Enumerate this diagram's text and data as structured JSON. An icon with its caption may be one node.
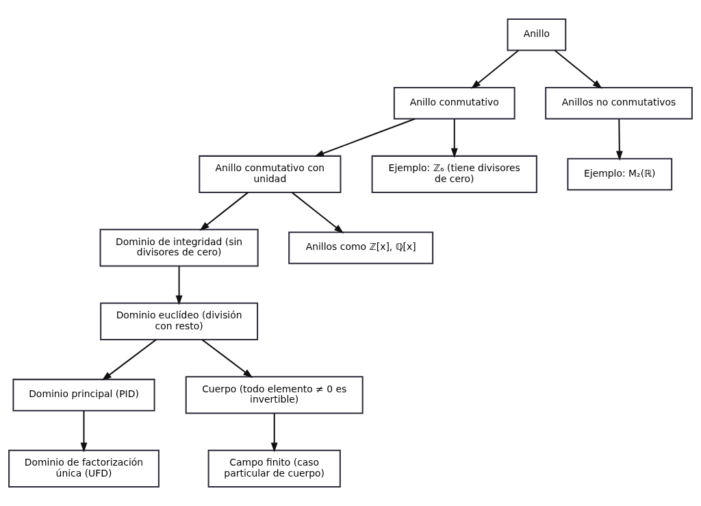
{
  "diagram": {
    "nodes": [
      {
        "text": [
          "Anillo"
        ]
      },
      {
        "text": [
          "Anillo conmutativo"
        ]
      },
      {
        "text": [
          "Anillos no conmutativos"
        ]
      },
      {
        "text": [
          "Anillo conmutativo con unidad"
        ]
      },
      {
        "text": [
          "Ejemplo: ℤ₆ (tiene divisores de cero)"
        ]
      },
      {
        "text": [
          "Ejemplo: M₂(ℝ)"
        ]
      },
      {
        "text": [
          "Dominio de integridad (sin divisores de cero)"
        ]
      },
      {
        "text": [
          "Anillos como ℤ[x], ℚ[x]"
        ]
      },
      {
        "text": [
          "Dominio euclídeo (división con resto)"
        ]
      },
      {
        "text": [
          "Dominio principal (PID)"
        ]
      },
      {
        "text": [
          "Cuerpo (todo elemento ≠ 0 es invertible)"
        ]
      },
      {
        "text": [
          "Dominio de factorización única (UFD)"
        ]
      },
      {
        "text": [
          "Campo finito (caso particular de cuerpo)"
        ]
      }
    ],
    "edges": [
      {
        "from": 0,
        "to": 1,
        "arrow": "to"
      },
      {
        "from": 0,
        "to": 2,
        "arrow": "to"
      },
      {
        "from": 1,
        "to": 3,
        "arrow": "to"
      },
      {
        "from": 1,
        "to": 4,
        "arrow": "to"
      },
      {
        "from": 2,
        "to": 5,
        "arrow": "to"
      },
      {
        "from": 3,
        "to": 6,
        "arrow": "to"
      },
      {
        "from": 3,
        "to": 7,
        "arrow": "to"
      },
      {
        "from": 6,
        "to": 8,
        "arrow": "to"
      },
      {
        "from": 8,
        "to": 9,
        "arrow": "to"
      },
      {
        "from": 8,
        "to": 10,
        "arrow": "to"
      },
      {
        "from": 9,
        "to": 11,
        "arrow": "to"
      },
      {
        "from": 10,
        "to": 12,
        "arrow": "to"
      }
    ]
  }
}
